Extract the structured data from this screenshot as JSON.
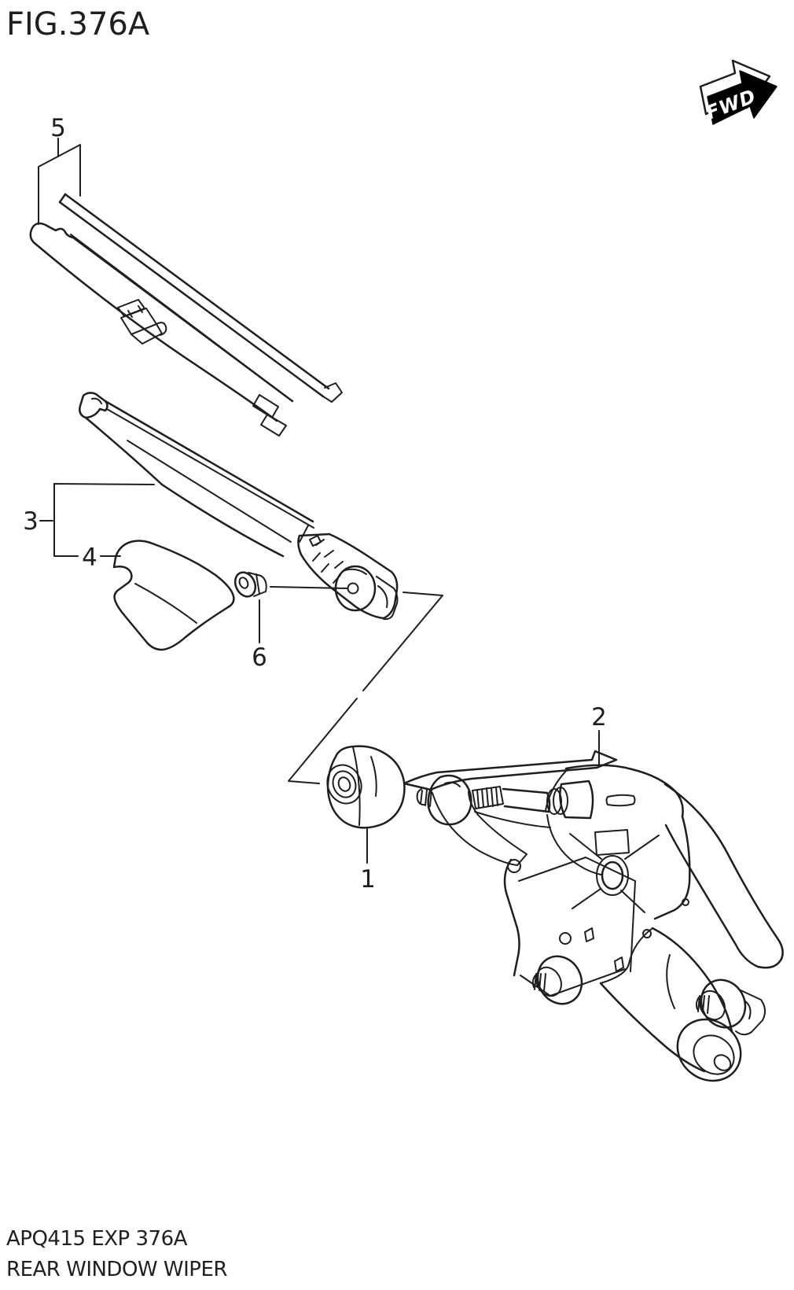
{
  "figure": {
    "title": "FIG.376A",
    "footer_line1": "APQ415 EXP 376A",
    "footer_line2": "REAR WINDOW WIPER"
  },
  "direction_badge": {
    "label": "FWD"
  },
  "parts": {
    "grommet": {
      "label": "1"
    },
    "motor": {
      "label": "2"
    },
    "arm": {
      "label": "3"
    },
    "cap": {
      "label": "4"
    },
    "blade": {
      "label": "5"
    },
    "nut": {
      "label": "6"
    }
  },
  "colors": {
    "line": "#1f1f1f",
    "background": "#ffffff",
    "badge_fill": "#000000",
    "badge_text": "#ffffff"
  }
}
